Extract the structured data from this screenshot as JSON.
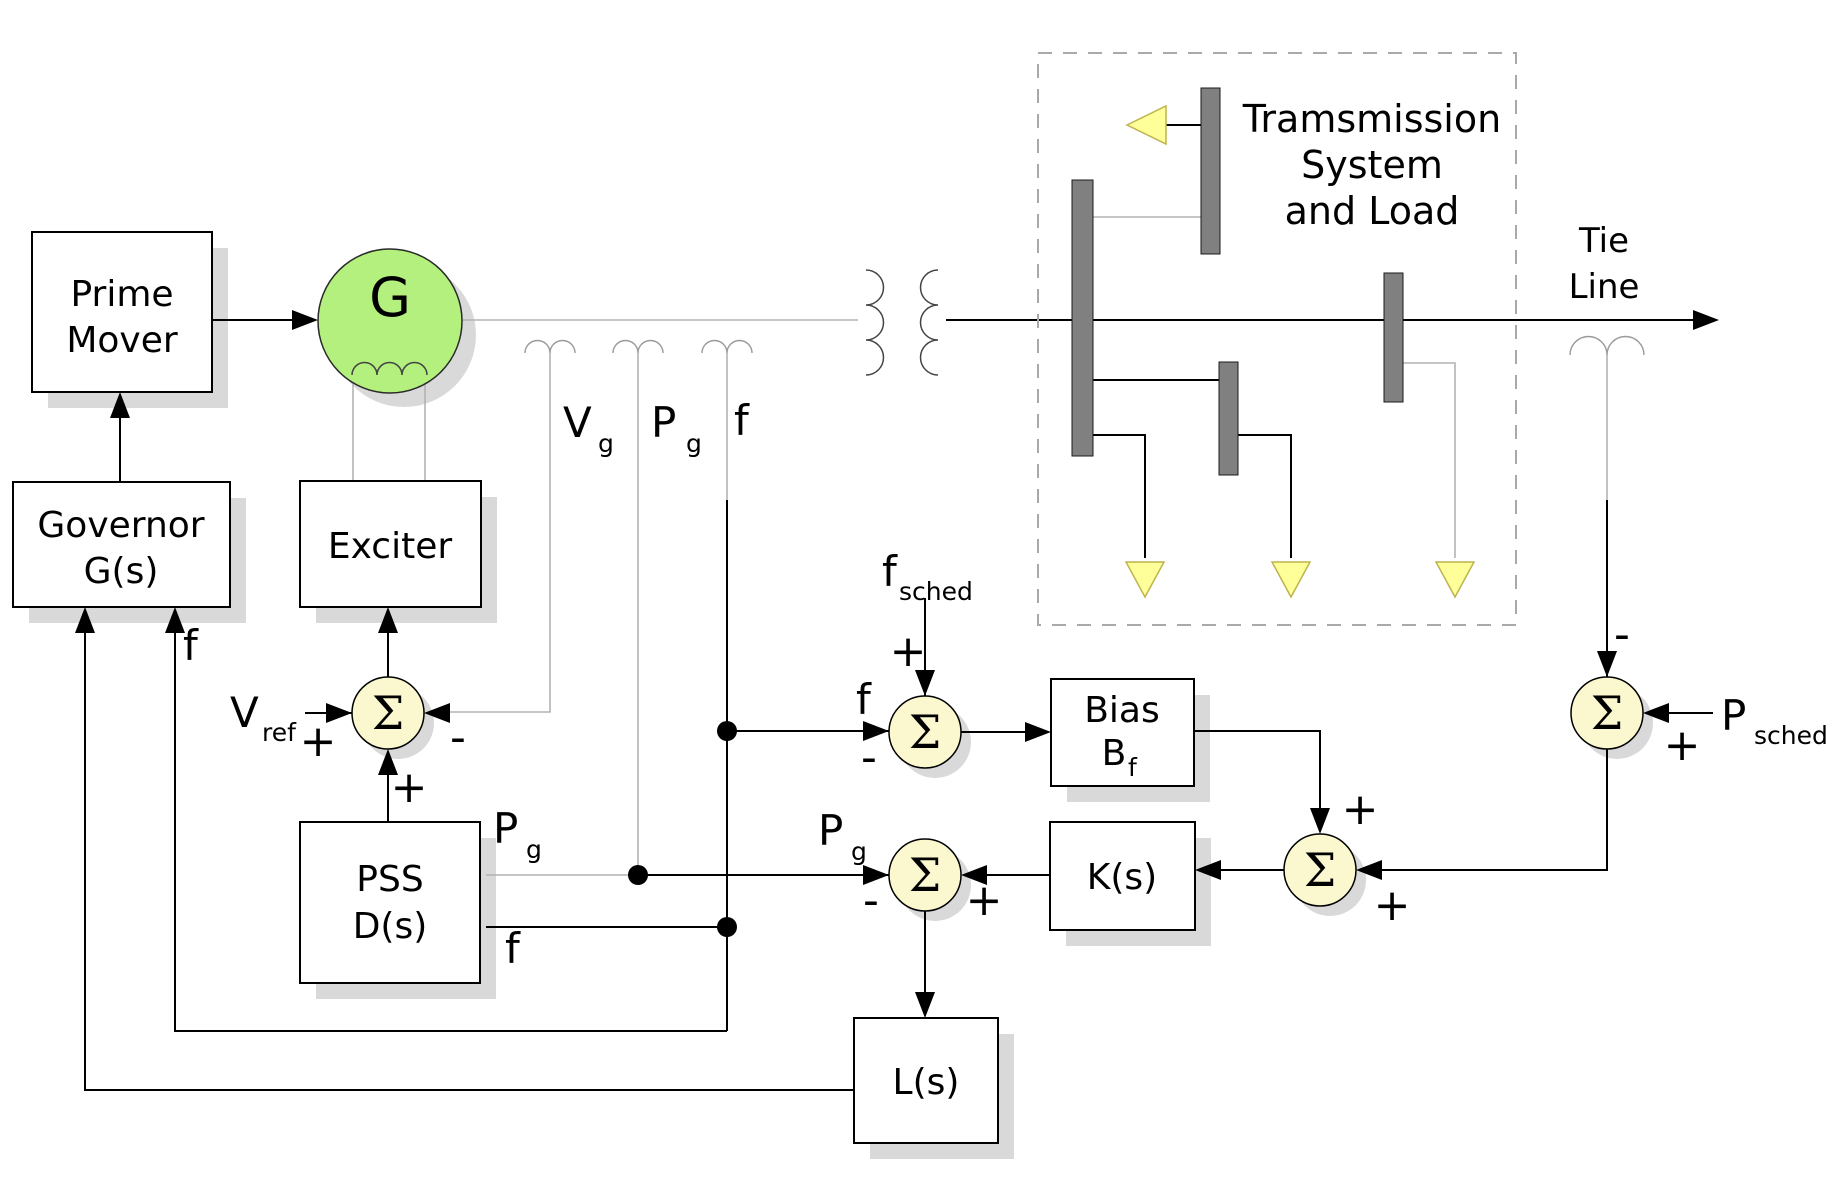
{
  "colors": {
    "generator_fill": "#b3f07d",
    "sum_fill": "#fbf8cf",
    "load_fill": "#ffff99",
    "load_stroke": "#bdb44e",
    "bus_fill": "#808080"
  },
  "blocks": {
    "prime_mover": {
      "line1": "Prime",
      "line2": "Mover"
    },
    "governor": {
      "line1": "Governor",
      "line2": "G(s)"
    },
    "exciter": {
      "label": "Exciter"
    },
    "generator": {
      "label": "G"
    },
    "pss": {
      "line1": "PSS",
      "line2": "D(s)"
    },
    "bias": {
      "line1": "Bias",
      "line2_main": "B",
      "line2_sub": "f"
    },
    "k": {
      "label": "K(s)"
    },
    "l": {
      "label": "L(s)"
    },
    "transmission": {
      "line1": "Tramsmission",
      "line2": "System",
      "line3": "and Load"
    }
  },
  "signals": {
    "vref": {
      "main": "V",
      "sub": "ref"
    },
    "vg": {
      "main": "V",
      "sub": "g"
    },
    "pg": {
      "main": "P",
      "sub": "g"
    },
    "f": "f",
    "fsched": {
      "main": "f",
      "sub": "sched"
    },
    "psched": {
      "main": "P",
      "sub": "sched"
    },
    "tie": {
      "line1": "Tie",
      "line2": "Line"
    }
  },
  "operators": {
    "sum": "Σ",
    "plus": "+",
    "minus": "-"
  }
}
